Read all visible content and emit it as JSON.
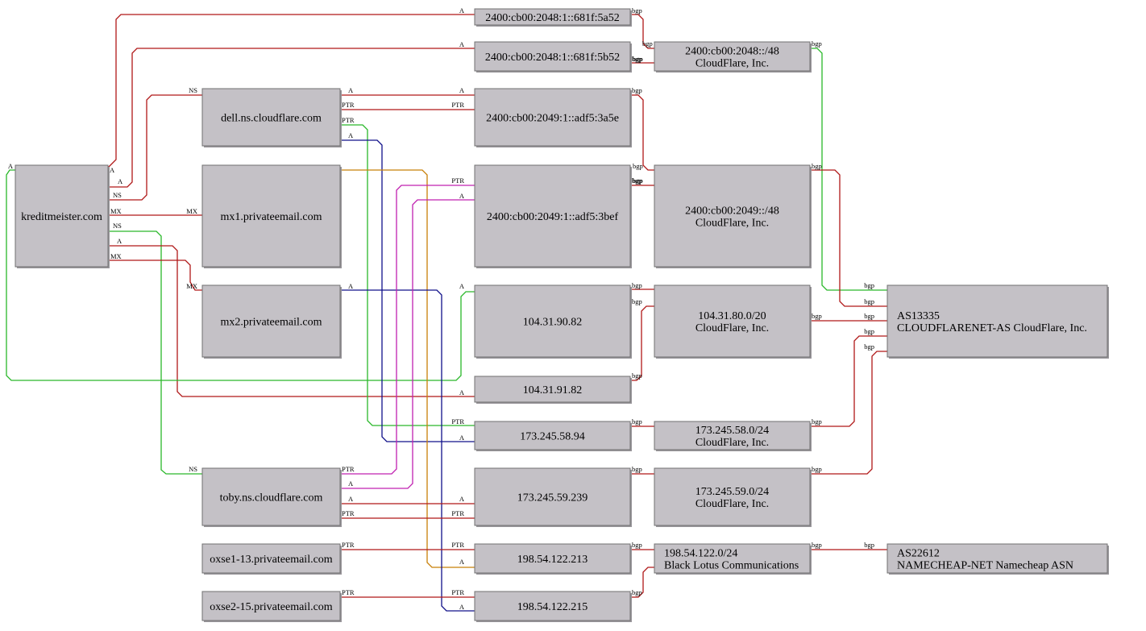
{
  "colors": {
    "background": "#ffffff",
    "node_fill": "#c4c1c6",
    "red": "#b01818",
    "green": "#2ab82a",
    "navy": "#10108a",
    "magenta": "#c020b0",
    "orange": "#c88008"
  },
  "nodes": {
    "kreditmeister": [
      "kreditmeister.com"
    ],
    "dell": [
      "dell.ns.cloudflare.com"
    ],
    "mx1": [
      "mx1.privateemail.com"
    ],
    "mx2": [
      "mx2.privateemail.com"
    ],
    "toby": [
      "toby.ns.cloudflare.com"
    ],
    "oxse1": [
      "oxse1-13.privateemail.com"
    ],
    "oxse2": [
      "oxse2-15.privateemail.com"
    ],
    "ip6_5a52": [
      "2400:cb00:2048:1::681f:5a52"
    ],
    "ip6_5b52": [
      "2400:cb00:2048:1::681f:5b52"
    ],
    "ip6_3a5e": [
      "2400:cb00:2049:1::adf5:3a5e"
    ],
    "ip6_3bef": [
      "2400:cb00:2049:1::adf5:3bef"
    ],
    "ip_90_82": [
      "104.31.90.82"
    ],
    "ip_91_82": [
      "104.31.91.82"
    ],
    "ip_58_94": [
      "173.245.58.94"
    ],
    "ip_59_239": [
      "173.245.59.239"
    ],
    "ip_122_213": [
      "198.54.122.213"
    ],
    "ip_122_215": [
      "198.54.122.215"
    ],
    "net_2048": [
      "2400:cb00:2048::/48",
      "CloudFlare, Inc."
    ],
    "net_2049": [
      "2400:cb00:2049::/48",
      "CloudFlare, Inc."
    ],
    "net_104": [
      "104.31.80.0/20",
      "CloudFlare, Inc."
    ],
    "net_58": [
      "173.245.58.0/24",
      "CloudFlare, Inc."
    ],
    "net_59": [
      "173.245.59.0/24",
      "CloudFlare, Inc."
    ],
    "net_198": [
      "198.54.122.0/24",
      "Black Lotus Communications"
    ],
    "as13335": [
      "AS13335",
      "CLOUDFLARENET-AS CloudFlare, Inc."
    ],
    "as22612": [
      "AS22612",
      "NAMECHEAP-NET Namecheap ASN"
    ]
  },
  "edges": [
    {
      "from": "kreditmeister",
      "to": "ip6_5a52",
      "labels": [
        "A",
        "A"
      ],
      "color": "red"
    },
    {
      "from": "kreditmeister",
      "to": "ip6_5b52",
      "labels": [
        "A",
        "A"
      ],
      "color": "red"
    },
    {
      "from": "kreditmeister",
      "to": "dell",
      "labels": [
        "NS",
        "NS"
      ],
      "color": "red"
    },
    {
      "from": "kreditmeister",
      "to": "mx1",
      "labels": [
        "MX",
        "MX"
      ],
      "color": "red"
    },
    {
      "from": "kreditmeister",
      "to": "toby",
      "labels": [
        "NS",
        "NS"
      ],
      "color": "green"
    },
    {
      "from": "kreditmeister",
      "to": "ip_91_82",
      "labels": [
        "A",
        "A"
      ],
      "color": "red"
    },
    {
      "from": "kreditmeister",
      "to": "mx2",
      "labels": [
        "MX",
        "MX"
      ],
      "color": "red"
    },
    {
      "from": "kreditmeister",
      "to": "ip_90_82",
      "labels": [
        "A",
        "A"
      ],
      "color": "green"
    },
    {
      "from": "dell",
      "to": "ip6_3a5e",
      "labels": [
        "A",
        "A"
      ],
      "color": "red"
    },
    {
      "from": "dell",
      "to": "ip6_3a5e",
      "labels": [
        "PTR",
        "PTR"
      ],
      "color": "red"
    },
    {
      "from": "dell",
      "to": "ip_58_94",
      "labels": [
        "PTR",
        "PTR"
      ],
      "color": "green"
    },
    {
      "from": "dell",
      "to": "ip_58_94",
      "labels": [
        "A",
        "A"
      ],
      "color": "navy"
    },
    {
      "from": "mx1",
      "to": "ip_122_213",
      "labels": [
        "",
        "A"
      ],
      "color": "orange"
    },
    {
      "from": "mx2",
      "to": "ip_122_215",
      "labels": [
        "A",
        "A"
      ],
      "color": "navy"
    },
    {
      "from": "toby",
      "to": "ip6_3bef",
      "labels": [
        "PTR",
        "PTR"
      ],
      "color": "magenta"
    },
    {
      "from": "toby",
      "to": "ip6_3bef",
      "labels": [
        "A",
        "A"
      ],
      "color": "magenta"
    },
    {
      "from": "toby",
      "to": "ip_59_239",
      "labels": [
        "A",
        "A"
      ],
      "color": "red"
    },
    {
      "from": "toby",
      "to": "ip_59_239",
      "labels": [
        "PTR",
        "PTR"
      ],
      "color": "red"
    },
    {
      "from": "oxse1",
      "to": "ip_122_213",
      "labels": [
        "PTR",
        "PTR"
      ],
      "color": "red"
    },
    {
      "from": "oxse2",
      "to": "ip_122_215",
      "labels": [
        "PTR",
        "PTR"
      ],
      "color": "red"
    },
    {
      "from": "ip6_5a52",
      "to": "net_2048",
      "labels": [
        "bgp",
        "bgp"
      ],
      "color": "red"
    },
    {
      "from": "ip6_5b52",
      "to": "net_2048",
      "labels": [
        "bgp",
        "bgp"
      ],
      "color": "red"
    },
    {
      "from": "ip6_3a5e",
      "to": "net_2049",
      "labels": [
        "bgp",
        "bgp"
      ],
      "color": "red"
    },
    {
      "from": "ip6_3bef",
      "to": "net_2049",
      "labels": [
        "bgp",
        "bgp"
      ],
      "color": "red"
    },
    {
      "from": "ip_90_82",
      "to": "net_104",
      "labels": [
        "bgp",
        ""
      ],
      "color": "red"
    },
    {
      "from": "ip_91_82",
      "to": "net_104",
      "labels": [
        "bgp",
        "bgp"
      ],
      "color": "red"
    },
    {
      "from": "ip_58_94",
      "to": "net_58",
      "labels": [
        "bgp",
        ""
      ],
      "color": "red"
    },
    {
      "from": "ip_59_239",
      "to": "net_59",
      "labels": [
        "bgp",
        ""
      ],
      "color": "red"
    },
    {
      "from": "ip_122_213",
      "to": "net_198",
      "labels": [
        "bgp",
        ""
      ],
      "color": "red"
    },
    {
      "from": "ip_122_215",
      "to": "net_198",
      "labels": [
        "bgp",
        ""
      ],
      "color": "red"
    },
    {
      "from": "net_2048",
      "to": "as13335",
      "labels": [
        "bgp",
        "bgp"
      ],
      "color": "green"
    },
    {
      "from": "net_2049",
      "to": "as13335",
      "labels": [
        "bgp",
        "bgp"
      ],
      "color": "red"
    },
    {
      "from": "net_104",
      "to": "as13335",
      "labels": [
        "bgp",
        "bgp"
      ],
      "color": "red"
    },
    {
      "from": "net_58",
      "to": "as13335",
      "labels": [
        "bgp",
        "bgp"
      ],
      "color": "red"
    },
    {
      "from": "net_59",
      "to": "as13335",
      "labels": [
        "bgp",
        "bgp"
      ],
      "color": "red"
    },
    {
      "from": "net_198",
      "to": "as22612",
      "labels": [
        "bgp",
        "bgp"
      ],
      "color": "red"
    }
  ]
}
